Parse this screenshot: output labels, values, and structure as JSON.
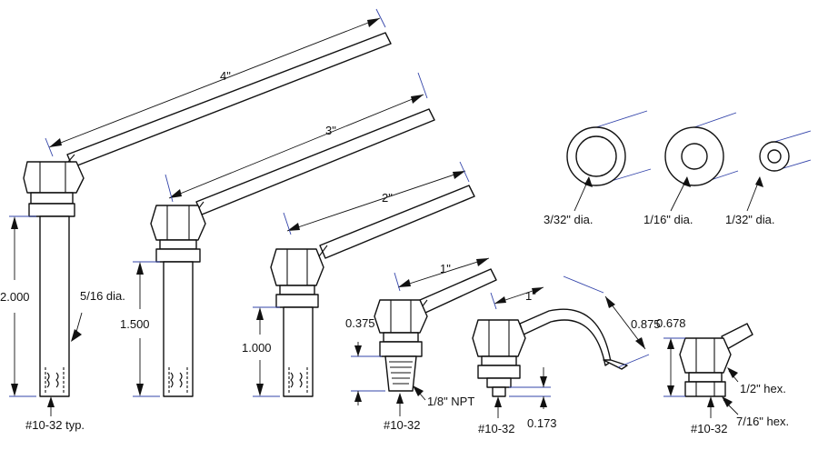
{
  "labels": {
    "len_4": "4\"",
    "len_3": "3\"",
    "len_2": "2\"",
    "len_1a": "1\"",
    "len_1b": "1\"",
    "dia_3_32": "3/32\" dia.",
    "dia_1_16": "1/16\" dia.",
    "dia_1_32": "1/32\" dia.",
    "h_2000": "2.000",
    "h_1500": "1.500",
    "h_1000": "1.000",
    "h_0375": "0.375",
    "h_0875": "0.875",
    "h_0678": "0.678",
    "h_0173": "0.173",
    "dia_5_16": "5/16 dia.",
    "npt": "1/8\" NPT",
    "thread_typ": "#10-32 typ.",
    "thread_a": "#10-32",
    "thread_b": "#10-32",
    "thread_c": "#10-32",
    "hex_half": "1/2\" hex.",
    "hex_7_16": "7/16\" hex."
  }
}
